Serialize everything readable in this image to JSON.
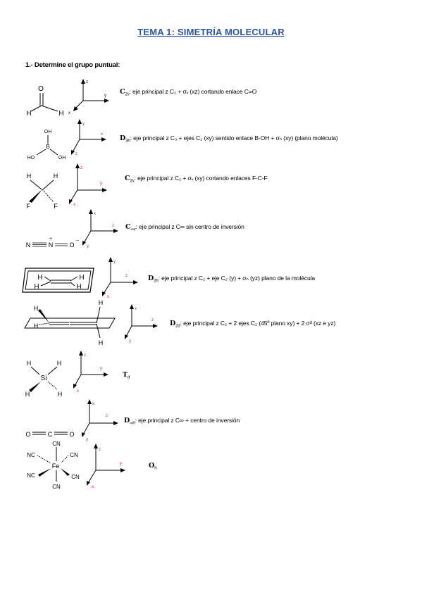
{
  "page": {
    "title": "TEMA 1: SIMETRÍA MOLECULAR",
    "question": "1.- Determine el grupo puntual:"
  },
  "axis_labels": {
    "x": "x",
    "y": "y",
    "z": "z"
  },
  "colors": {
    "title": "#2b54a8",
    "axis_label_pink": "#e0189a",
    "ink": "#000000"
  },
  "molecules": [
    {
      "id": "formaldehyde",
      "atoms": {
        "o": "O",
        "h1": "H",
        "h2": "H"
      },
      "group": "C",
      "group_sub": "2v",
      "text": ": eje principal z C₂ + σᵥ (xz) cortando enlace C=O"
    },
    {
      "id": "boric-acid",
      "atoms": {
        "oh1": "OH",
        "b": "B",
        "oh2": "HO",
        "oh3": "OH"
      },
      "group": "D",
      "group_sub": "3h",
      "text": ": eje principal z C₃ + ejes C₂ (xy) sentido enlace B-OH + σₕ (xy) (plano molécula)"
    },
    {
      "id": "difluoromethane",
      "atoms": {
        "h1": "H",
        "h2": "H",
        "f1": "F",
        "f2": "F"
      },
      "group": "C",
      "group_sub": "2v",
      "text": ": eje principal z C₂ + σᵥ (xy) cortando enlaces F-C-F"
    },
    {
      "id": "nitrous-oxide",
      "atoms": {
        "n1": "N",
        "n2": "N",
        "o": "O",
        "plus": "+",
        "minus": "−"
      },
      "group": "C",
      "group_sub": "∞v",
      "text": ": eje principal z C∞ sin centro de inversión"
    },
    {
      "id": "ethylene",
      "atoms": {
        "h1": "H",
        "h2": "H",
        "h3": "H",
        "h4": "H"
      },
      "group": "D",
      "group_sub": "2h",
      "text": ": eje principal z C₂ + eje C₂ (y) + σₕ (yz) plano de la molécula"
    },
    {
      "id": "allene",
      "atoms": {
        "h1": "H",
        "h2": "H",
        "h3": "H",
        "h4": "H"
      },
      "group": "D",
      "group_sub": "2d",
      "text": ": eje principal z C₂ + 2 ejes C₂ (45º plano xy) + 2 σᵈ (xz e yz)"
    },
    {
      "id": "silane",
      "atoms": {
        "si": "Si",
        "h1": "H",
        "h2": "H",
        "h3": "H",
        "h4": "H"
      },
      "group": "T",
      "group_sub": "d",
      "text": ""
    },
    {
      "id": "carbon-dioxide",
      "atoms": {
        "o1": "O",
        "c": "C",
        "o2": "O"
      },
      "group": "D",
      "group_sub": "∞h",
      "text": ": eje principal z C∞ + centro de inversión"
    },
    {
      "id": "ferrocyanide",
      "atoms": {
        "fe": "Fe",
        "cn_top": "CN",
        "cn_bottom": "CN",
        "nc_ul": "NC",
        "nc_ll": "NC",
        "cn_ur": "CN",
        "cn_lr": "CN"
      },
      "group": "O",
      "group_sub": "h",
      "text": ""
    }
  ]
}
